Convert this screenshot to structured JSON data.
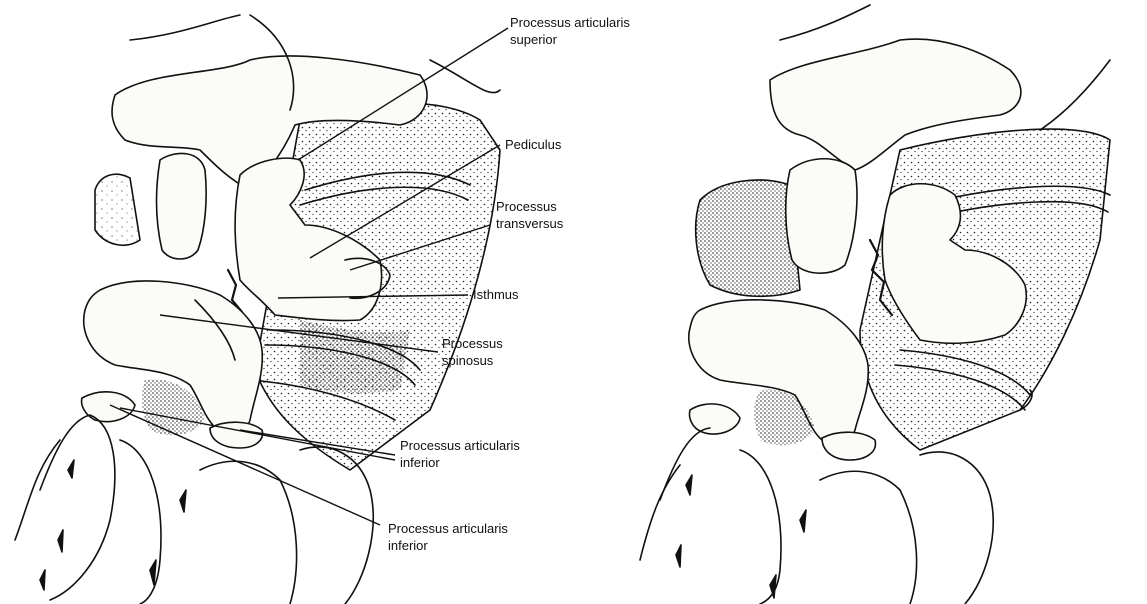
{
  "labels": {
    "sup": {
      "line1": "Processus articularis",
      "line2": "superior"
    },
    "ped": {
      "line1": "Pediculus"
    },
    "trans": {
      "line1": "Processus",
      "line2": "transversus"
    },
    "isth": {
      "line1": "Isthmus"
    },
    "spin": {
      "line1": "Processus",
      "line2": "spinosus"
    },
    "inf1": {
      "line1": "Processus articularis",
      "line2": "inferior"
    },
    "inf2": {
      "line1": "Processus articularis",
      "line2": "inferior"
    }
  },
  "colors": {
    "ink": "#111111",
    "bone": "#fbfbf7",
    "shade": "#2a2a2a"
  }
}
